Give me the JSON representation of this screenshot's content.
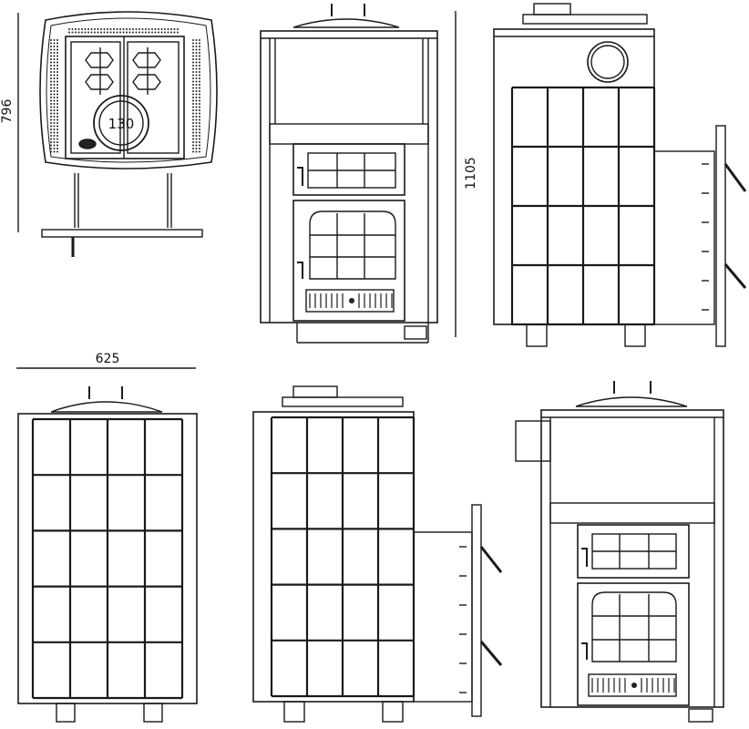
{
  "dimensions": {
    "height_top_view": "796",
    "height_side": "1105",
    "width_front": "625"
  },
  "top_view": {
    "circle_label": "130"
  },
  "colors": {
    "stroke": "#1a1a1a",
    "background": "#ffffff",
    "dots": "#222222"
  }
}
